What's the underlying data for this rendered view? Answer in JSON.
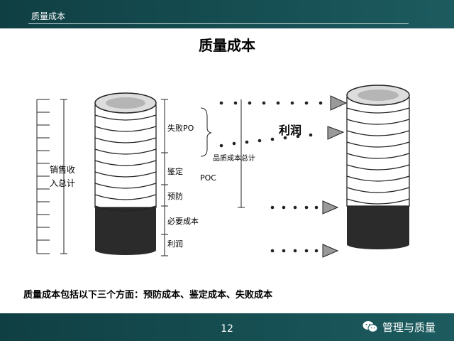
{
  "header": {
    "title": "质量成本"
  },
  "slide": {
    "title": "质量成本",
    "caption": "质量成本包括以下三个方面：预防成本、鉴定成本、失败成本",
    "page_number": "12"
  },
  "diagram": {
    "labels": {
      "sales_line1": "销售收",
      "sales_line2": "入总计",
      "failure": "失败PO",
      "appraisal": "鉴定",
      "prevention": "预防",
      "poc": "POC",
      "necessary_cost": "必要成本",
      "profit_small": "利润",
      "quality_total": "品质成本总计",
      "profit_big": "利润"
    }
  },
  "brand": {
    "name": "管理与质量",
    "icon": "wechat-icon"
  },
  "colors": {
    "header_bg": "#0f3f43",
    "footer_bg": "#0f3f43"
  }
}
